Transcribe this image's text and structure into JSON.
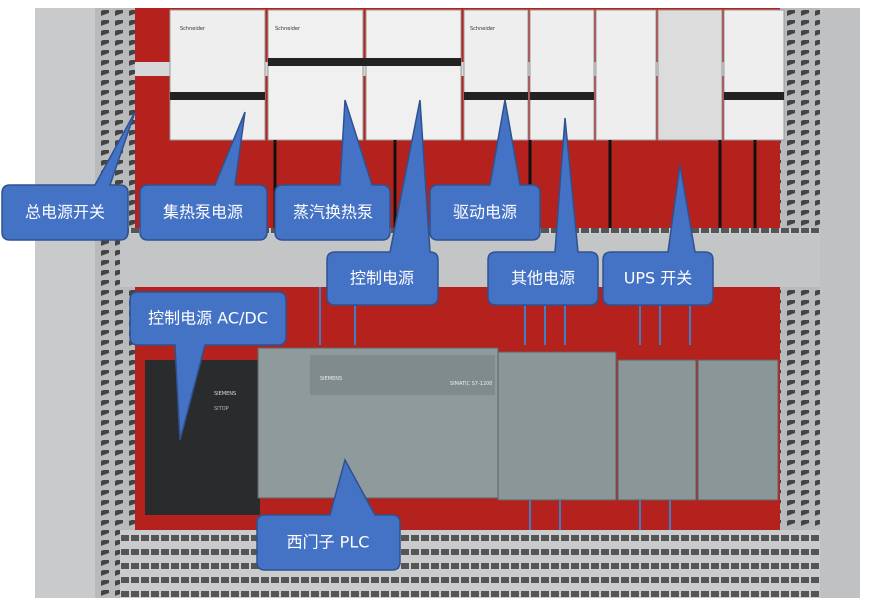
{
  "callouts": [
    {
      "id": "main-power-switch",
      "label": "总电源开关"
    },
    {
      "id": "heat-pump-power",
      "label": "集热泵电源"
    },
    {
      "id": "steam-heat-pump",
      "label": "蒸汽换热泵"
    },
    {
      "id": "drive-power",
      "label": "驱动电源"
    },
    {
      "id": "control-power",
      "label": "控制电源"
    },
    {
      "id": "other-power",
      "label": "其他电源"
    },
    {
      "id": "ups-switch",
      "label": "UPS 开关"
    },
    {
      "id": "control-power-acdc",
      "label": "控制电源 AC/DC"
    },
    {
      "id": "siemens-plc",
      "label": "西门子 PLC"
    }
  ],
  "photo": {
    "breaker_brand": "Schneider",
    "plc_brand": "SIEMENS",
    "plc_model": "SIMATIC S7-1200",
    "psu_brand": "SIEMENS",
    "psu_model": "SITOP"
  },
  "colors": {
    "callout_fill": "#4472C4",
    "callout_border": "#2F528F",
    "panel_red": "#B5221E"
  }
}
